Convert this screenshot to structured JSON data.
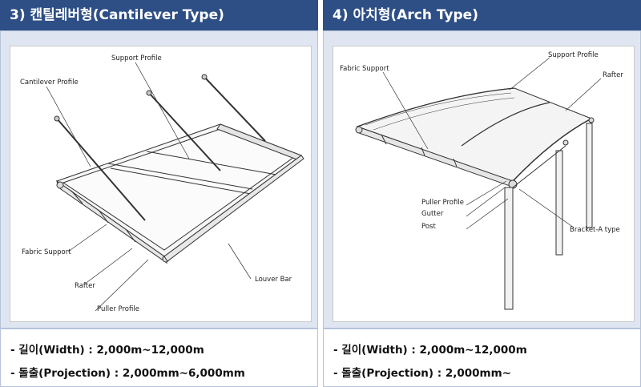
{
  "left": {
    "title": "3) 캔틸레버형(Cantilever Type)",
    "labels": {
      "support_profile": "Support Profile",
      "cantilever_profile": "Cantilever Profile",
      "fabric_support": "Fabric Support",
      "rafter": "Rafter",
      "puller_profile": "Puller Profile",
      "louver_bar": "Louver Bar"
    },
    "specs": {
      "width": "-  길이(Width) : 2,000m~12,000m",
      "projection": "-  돌출(Projection) : 2,000mm~6,000mm"
    }
  },
  "right": {
    "title": "4) 아치형(Arch Type)",
    "labels": {
      "fabric_support": "Fabric Support",
      "support_profile": "Support Profile",
      "rafter": "Rafter",
      "puller_profile": "Puller Profile",
      "gutter": "Gutter",
      "post": "Post",
      "bracket": "Bracket-A type"
    },
    "specs": {
      "width": "-  길이(Width) : 2,000m~12,000m",
      "projection": "-  돌출(Projection) : 2,000mm~"
    }
  }
}
